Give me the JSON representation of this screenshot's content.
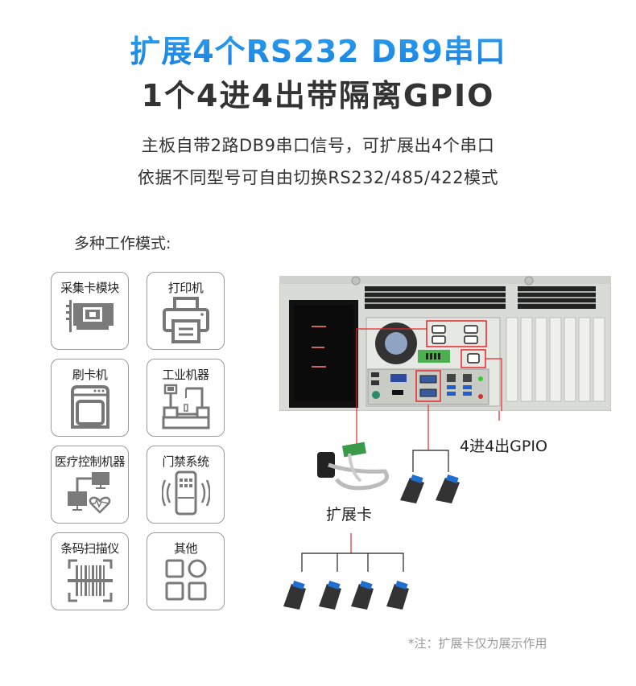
{
  "header": {
    "title_line1": "扩展4个RS232 DB9串口",
    "title_line2": "1个4进4出带隔离GPIO",
    "subtitle_line1": "主板自带2路DB9串口信号，可扩展出4个串口",
    "subtitle_line2": "依据不同型号可自由切换RS232/485/422模式",
    "accent_color": "#1a8cea"
  },
  "modes": {
    "label": "多种工作模式:",
    "cards": [
      {
        "label": "采集卡模块",
        "icon": "capture-card-icon"
      },
      {
        "label": "打印机",
        "icon": "printer-icon"
      },
      {
        "label": "刷卡机",
        "icon": "card-reader-icon"
      },
      {
        "label": "工业机器",
        "icon": "industrial-machine-icon"
      },
      {
        "label": "医疗控制机器",
        "icon": "medical-control-icon"
      },
      {
        "label": "门禁系统",
        "icon": "access-control-icon"
      },
      {
        "label": "条码扫描仪",
        "icon": "barcode-scanner-icon"
      },
      {
        "label": "其他",
        "icon": "apps-grid-icon"
      }
    ]
  },
  "diagram": {
    "gpio_label": "4进4出GPIO",
    "expansion_label": "扩展卡",
    "highlight_color": "#e8262b"
  },
  "footer": {
    "note": "*注：扩展卡仅为展示作用"
  }
}
